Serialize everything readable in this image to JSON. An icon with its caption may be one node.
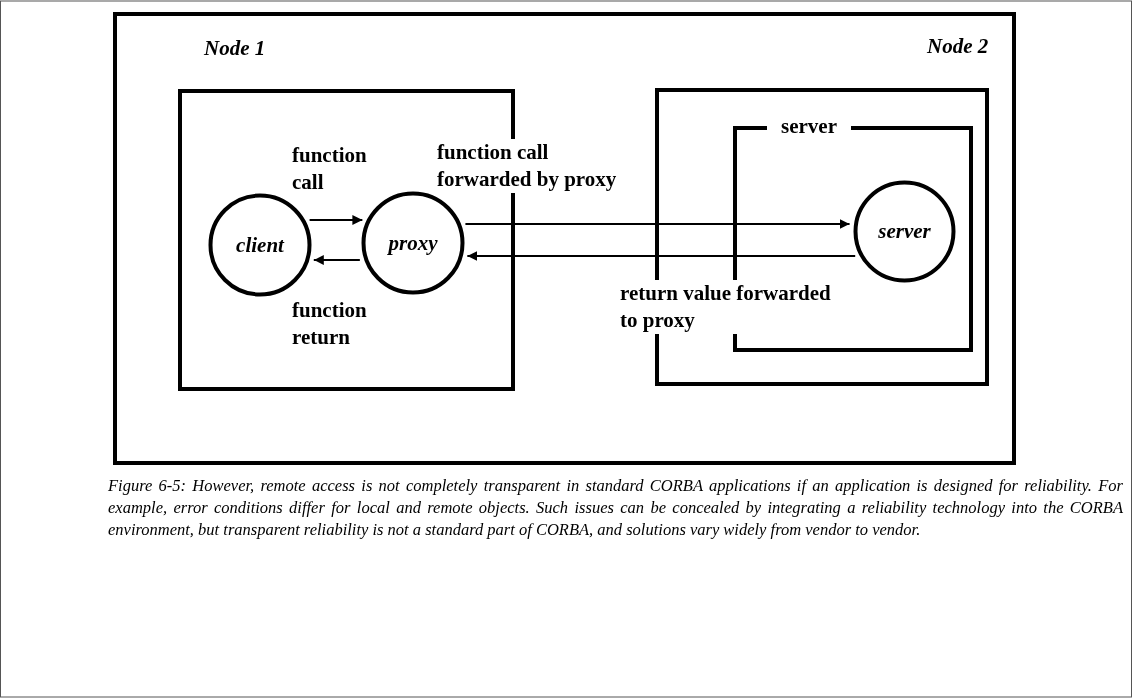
{
  "diagram": {
    "caption": "Figure 6-5: However, remote access is not completely transparent in standard CORBA applications if an application is designed for reliability. For example, error conditions differ for local and remote objects. Such issues can be concealed by integrating a reliability technology into the CORBA environment, but transparent reliability is not a standard part of CORBA, and solutions vary widely from vendor to vendor.",
    "nodes": [
      {
        "text": [],
        "shape": "box"
      },
      {
        "text": [
          "Node 1"
        ],
        "in": 0
      },
      {
        "text": [
          "Node 2"
        ],
        "in": 0
      },
      {
        "text": [
          "client"
        ],
        "in": 1
      },
      {
        "text": [
          "proxy"
        ],
        "in": 1
      },
      {
        "text": [
          "server"
        ],
        "in": 2
      },
      {
        "text": [
          "server"
        ],
        "in": 5
      }
    ],
    "edges": [
      {
        "from": 3,
        "to": 4,
        "arrow": "to",
        "label": "function call"
      },
      {
        "from": 4,
        "to": 3,
        "arrow": "to",
        "label": "function return"
      },
      {
        "from": 4,
        "to": 6,
        "arrow": "to",
        "label": "function call forwarded by proxy"
      },
      {
        "from": 6,
        "to": 4,
        "arrow": "to",
        "label": "return value forwarded to proxy"
      }
    ]
  }
}
